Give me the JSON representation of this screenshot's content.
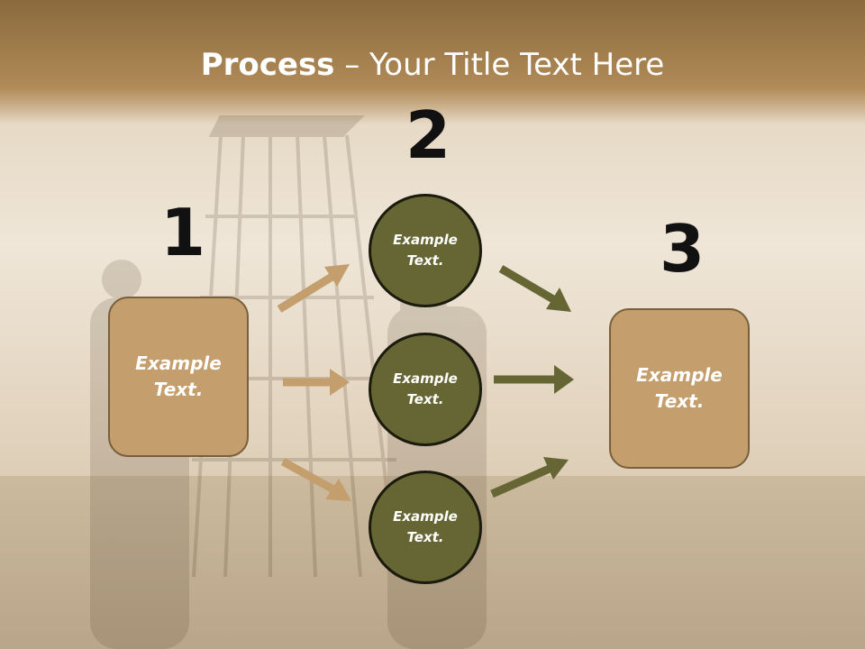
{
  "slide": {
    "title_bold": "Process",
    "title_rest": " – Your Title Text Here",
    "step_numbers": [
      "1",
      "2",
      "3"
    ],
    "left_box": {
      "text_line1": "Example",
      "text_line2": "Text."
    },
    "right_box": {
      "text_line1": "Example",
      "text_line2": "Text."
    },
    "circles": [
      {
        "text_line1": "Example",
        "text_line2": "Text."
      },
      {
        "text_line1": "Example",
        "text_line2": "Text."
      },
      {
        "text_line1": "Example",
        "text_line2": "Text."
      }
    ]
  },
  "colors": {
    "box_fill": "#c49e6c",
    "circle_fill": "#666634",
    "left_arrows": "#c49e6c",
    "right_arrows": "#666634"
  }
}
